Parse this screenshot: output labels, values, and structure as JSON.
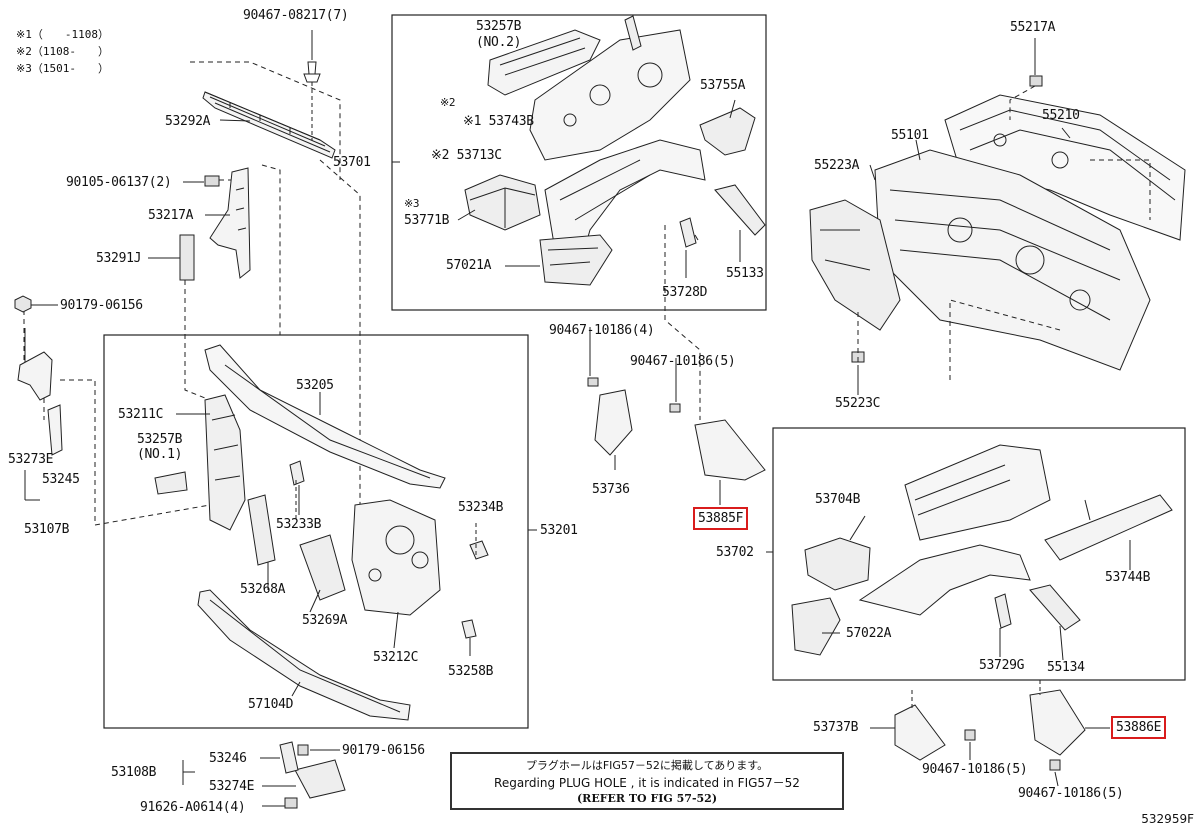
{
  "notes": [
    "※1（　　-1108）",
    "※2（1108-　　）",
    "※3（1501-　　）"
  ],
  "labels": {
    "p90467_08217": "90467-08217(7)",
    "p53292A": "53292A",
    "p90105_06137": "90105-06137(2)",
    "p53217A": "53217A",
    "p53291J": "53291J",
    "p90179_06156_a": "90179-06156",
    "p53273E": "53273E",
    "p53245": "53245",
    "p53107B": "53107B",
    "p53257B_no2": "53257B",
    "p53257B_no2_sub": "(NO.2)",
    "p_ref2": "※2",
    "p53743B": "※1 53743B",
    "p53713C": "※2 53713C",
    "p53701": "53701",
    "p53771B": "※3 53771B",
    "p53771B_name": "53771B",
    "p_ref3": "※3",
    "p57021A": "57021A",
    "p53755A": "53755A",
    "p55133": "55133",
    "p53728D": "53728D",
    "p55217A": "55217A",
    "p55210": "55210",
    "p55101": "55101",
    "p55223A": "55223A",
    "p55223C": "55223C",
    "p53205": "53205",
    "p53211C": "53211C",
    "p53257B_no1": "53257B",
    "p53257B_no1_sub": "(NO.1)",
    "p53233B": "53233B",
    "p53234B": "53234B",
    "p53201": "53201",
    "p53268A": "53268A",
    "p53269A": "53269A",
    "p53212C": "53212C",
    "p53258B": "53258B",
    "p57104D": "57104D",
    "p90467_10186_4": "90467-10186(4)",
    "p90467_10186_5a": "90467-10186(5)",
    "p53736": "53736",
    "p53885F": "53885F",
    "p53704B": "53704B",
    "p53702": "53702",
    "p53744B": "53744B",
    "p57022A": "57022A",
    "p53729G": "53729G",
    "p55134": "55134",
    "p53737B": "53737B",
    "p53886E": "53886E",
    "p90467_10186_5b": "90467-10186(5)",
    "p90467_10186_5c": "90467-10186(5)",
    "p53246": "53246",
    "p90179_06156_b": "90179-06156",
    "p53108B": "53108B",
    "p53274E": "53274E",
    "p91626_A0614": "91626-A0614(4)"
  },
  "plug_note": {
    "jp": "プラグホールはFIG57－52に掲載してあります。",
    "en": "Regarding PLUG HOLE , it is indicated in FIG57－52",
    "ref": "(REFER TO FIG 57-52)"
  },
  "drawing_number": "532959F",
  "colors": {
    "highlight": "#d91c1c",
    "line": "#111111"
  }
}
